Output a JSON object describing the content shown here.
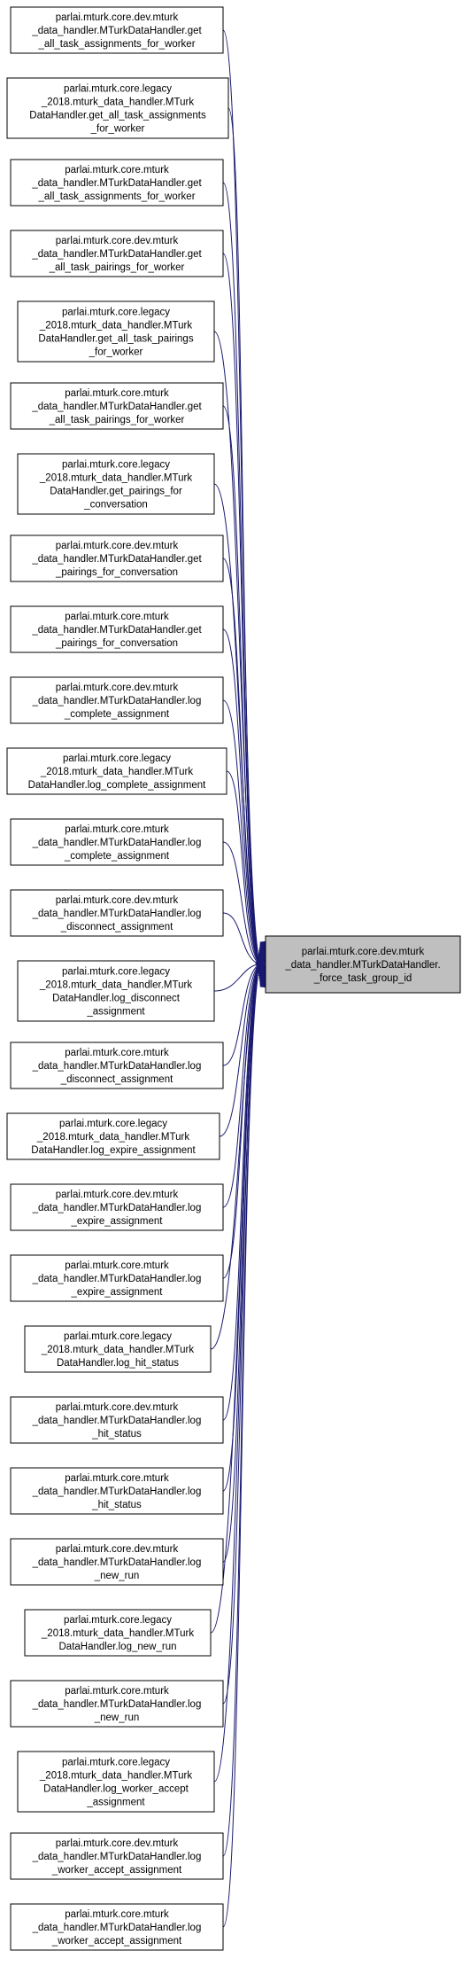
{
  "target": {
    "lines": [
      "parlai.mturk.core.dev.mturk",
      "_data_handler.MTurkDataHandler.",
      "_force_task_group_id"
    ]
  },
  "callers": [
    {
      "lines": [
        "parlai.mturk.core.dev.mturk",
        "_data_handler.MTurkDataHandler.get",
        "_all_task_assignments_for_worker"
      ]
    },
    {
      "lines": [
        "parlai.mturk.core.legacy",
        "_2018.mturk_data_handler.MTurk",
        "DataHandler.get_all_task_assignments",
        "_for_worker"
      ]
    },
    {
      "lines": [
        "parlai.mturk.core.mturk",
        "_data_handler.MTurkDataHandler.get",
        "_all_task_assignments_for_worker"
      ]
    },
    {
      "lines": [
        "parlai.mturk.core.dev.mturk",
        "_data_handler.MTurkDataHandler.get",
        "_all_task_pairings_for_worker"
      ]
    },
    {
      "lines": [
        "parlai.mturk.core.legacy",
        "_2018.mturk_data_handler.MTurk",
        "DataHandler.get_all_task_pairings",
        "_for_worker"
      ]
    },
    {
      "lines": [
        "parlai.mturk.core.mturk",
        "_data_handler.MTurkDataHandler.get",
        "_all_task_pairings_for_worker"
      ]
    },
    {
      "lines": [
        "parlai.mturk.core.legacy",
        "_2018.mturk_data_handler.MTurk",
        "DataHandler.get_pairings_for",
        "_conversation"
      ]
    },
    {
      "lines": [
        "parlai.mturk.core.dev.mturk",
        "_data_handler.MTurkDataHandler.get",
        "_pairings_for_conversation"
      ]
    },
    {
      "lines": [
        "parlai.mturk.core.mturk",
        "_data_handler.MTurkDataHandler.get",
        "_pairings_for_conversation"
      ]
    },
    {
      "lines": [
        "parlai.mturk.core.dev.mturk",
        "_data_handler.MTurkDataHandler.log",
        "_complete_assignment"
      ]
    },
    {
      "lines": [
        "parlai.mturk.core.legacy",
        "_2018.mturk_data_handler.MTurk",
        "DataHandler.log_complete_assignment"
      ]
    },
    {
      "lines": [
        "parlai.mturk.core.mturk",
        "_data_handler.MTurkDataHandler.log",
        "_complete_assignment"
      ]
    },
    {
      "lines": [
        "parlai.mturk.core.dev.mturk",
        "_data_handler.MTurkDataHandler.log",
        "_disconnect_assignment"
      ]
    },
    {
      "lines": [
        "parlai.mturk.core.legacy",
        "_2018.mturk_data_handler.MTurk",
        "DataHandler.log_disconnect",
        "_assignment"
      ]
    },
    {
      "lines": [
        "parlai.mturk.core.mturk",
        "_data_handler.MTurkDataHandler.log",
        "_disconnect_assignment"
      ]
    },
    {
      "lines": [
        "parlai.mturk.core.legacy",
        "_2018.mturk_data_handler.MTurk",
        "DataHandler.log_expire_assignment"
      ]
    },
    {
      "lines": [
        "parlai.mturk.core.dev.mturk",
        "_data_handler.MTurkDataHandler.log",
        "_expire_assignment"
      ]
    },
    {
      "lines": [
        "parlai.mturk.core.mturk",
        "_data_handler.MTurkDataHandler.log",
        "_expire_assignment"
      ]
    },
    {
      "lines": [
        "parlai.mturk.core.legacy",
        "_2018.mturk_data_handler.MTurk",
        "DataHandler.log_hit_status"
      ]
    },
    {
      "lines": [
        "parlai.mturk.core.dev.mturk",
        "_data_handler.MTurkDataHandler.log",
        "_hit_status"
      ]
    },
    {
      "lines": [
        "parlai.mturk.core.mturk",
        "_data_handler.MTurkDataHandler.log",
        "_hit_status"
      ]
    },
    {
      "lines": [
        "parlai.mturk.core.dev.mturk",
        "_data_handler.MTurkDataHandler.log",
        "_new_run"
      ]
    },
    {
      "lines": [
        "parlai.mturk.core.legacy",
        "_2018.mturk_data_handler.MTurk",
        "DataHandler.log_new_run"
      ]
    },
    {
      "lines": [
        "parlai.mturk.core.mturk",
        "_data_handler.MTurkDataHandler.log",
        "_new_run"
      ]
    },
    {
      "lines": [
        "parlai.mturk.core.legacy",
        "_2018.mturk_data_handler.MTurk",
        "DataHandler.log_worker_accept",
        "_assignment"
      ]
    },
    {
      "lines": [
        "parlai.mturk.core.dev.mturk",
        "_data_handler.MTurkDataHandler.log",
        "_worker_accept_assignment"
      ]
    },
    {
      "lines": [
        "parlai.mturk.core.mturk",
        "_data_handler.MTurkDataHandler.log",
        "_worker_accept_assignment"
      ]
    }
  ]
}
